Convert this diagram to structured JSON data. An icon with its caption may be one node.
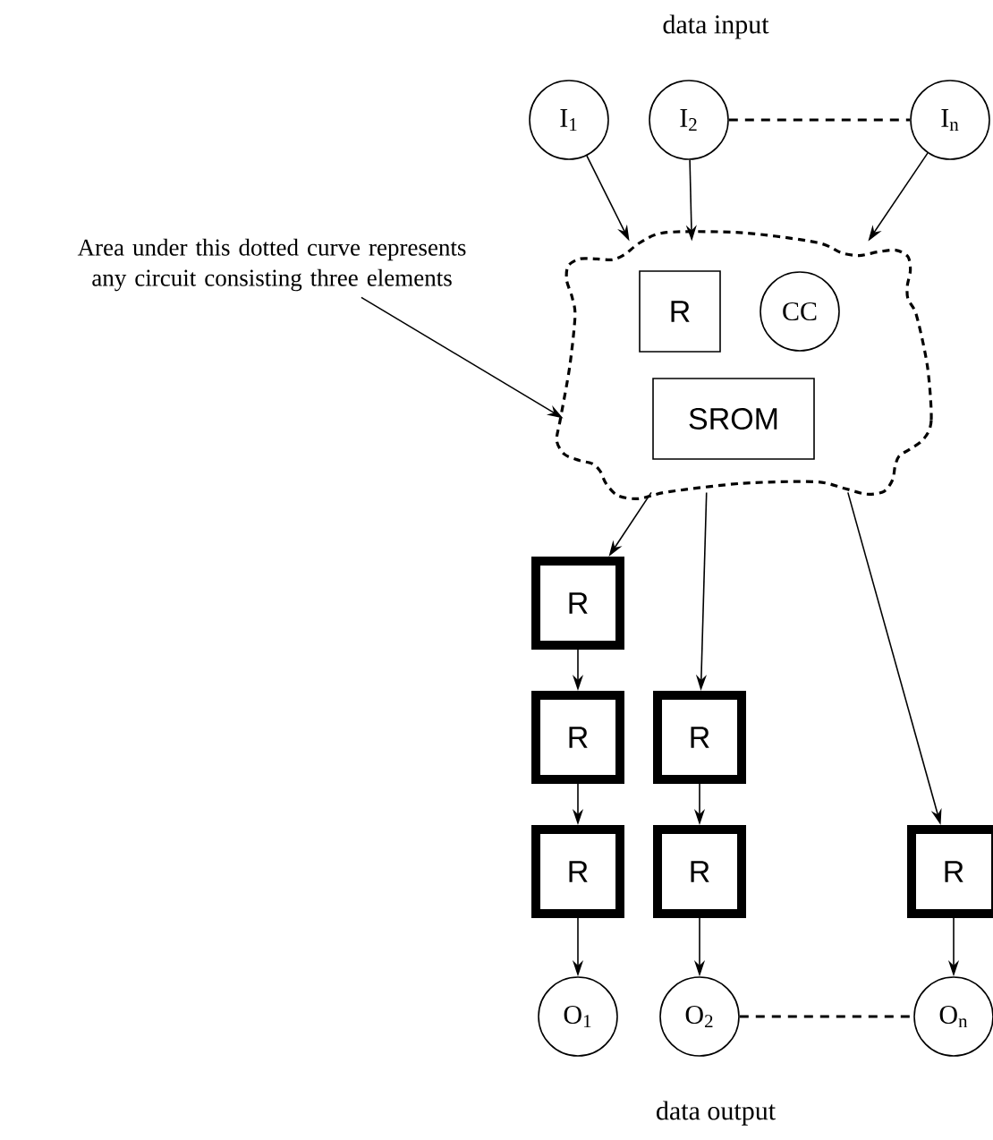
{
  "diagram": {
    "nodes": [
      {
        "text": [
          "I$_{1}$"
        ]
      },
      {
        "text": [
          "I$_{2}$"
        ]
      },
      {
        "text": [
          "I$_{n}$"
        ]
      },
      {
        "text": [
          "Area under this dotted curve represents any circuit consisting three elements"
        ]
      },
      {
        "text": [],
        "shape": "cloud"
      },
      {
        "text": [
          "R"
        ],
        "in": 4
      },
      {
        "text": [
          "CC"
        ],
        "in": 4
      },
      {
        "text": [
          "SROM"
        ],
        "in": 4
      },
      {
        "text": [
          "R"
        ]
      },
      {
        "text": [
          "R"
        ]
      },
      {
        "text": [
          "R"
        ]
      },
      {
        "text": [
          "R"
        ]
      },
      {
        "text": [
          "R"
        ]
      },
      {
        "text": [
          "R"
        ]
      },
      {
        "text": [
          "O$_{1}$"
        ]
      },
      {
        "text": [
          "O$_{2}$"
        ]
      },
      {
        "text": [
          "O$_{n}$"
        ]
      }
    ],
    "edges": [
      {
        "from": 0,
        "to": 4,
        "arrow": "to"
      },
      {
        "from": 1,
        "to": 4,
        "arrow": "to"
      },
      {
        "from": 2,
        "to": 4,
        "arrow": "to"
      },
      {
        "from": 1,
        "to": 2,
        "arrow": "none",
        "style": "dashed"
      },
      {
        "from": 3,
        "to": 4,
        "arrow": "to"
      },
      {
        "from": 4,
        "to": 8,
        "arrow": "to"
      },
      {
        "from": 4,
        "to": 10,
        "arrow": "to"
      },
      {
        "from": 4,
        "to": 13,
        "arrow": "to"
      },
      {
        "from": 8,
        "to": 9,
        "arrow": "to"
      },
      {
        "from": 9,
        "to": 11,
        "arrow": "to"
      },
      {
        "from": 10,
        "to": 12,
        "arrow": "to"
      },
      {
        "from": 11,
        "to": 14,
        "arrow": "to"
      },
      {
        "from": 12,
        "to": 15,
        "arrow": "to"
      },
      {
        "from": 13,
        "to": 16,
        "arrow": "to"
      },
      {
        "from": 15,
        "to": 16,
        "arrow": "none",
        "style": "dashed"
      }
    ],
    "labels": [
      "data input",
      "data output"
    ]
  }
}
